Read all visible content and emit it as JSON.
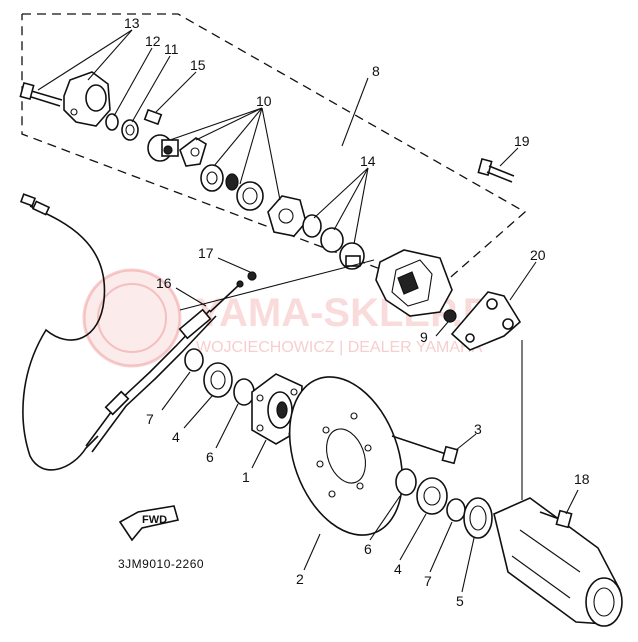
{
  "diagram": {
    "code": "3JM9010-2260",
    "fwd_label": "FWD",
    "callouts": {
      "c1": "1",
      "c2": "2",
      "c3": "3",
      "c4a": "4",
      "c4b": "4",
      "c5": "5",
      "c6a": "6",
      "c6b": "6",
      "c7a": "7",
      "c7b": "7",
      "c8": "8",
      "c9": "9",
      "c10": "10",
      "c11": "11",
      "c12": "12",
      "c13": "13",
      "c14": "14",
      "c15": "15",
      "c16": "16",
      "c17": "17",
      "c18": "18",
      "c19": "19",
      "c20": "20"
    }
  },
  "watermark": {
    "brand": "YAMA-SKLEP.PL",
    "tagline": "WOJCIECHOWICZ | DEALER YAMAHA"
  }
}
